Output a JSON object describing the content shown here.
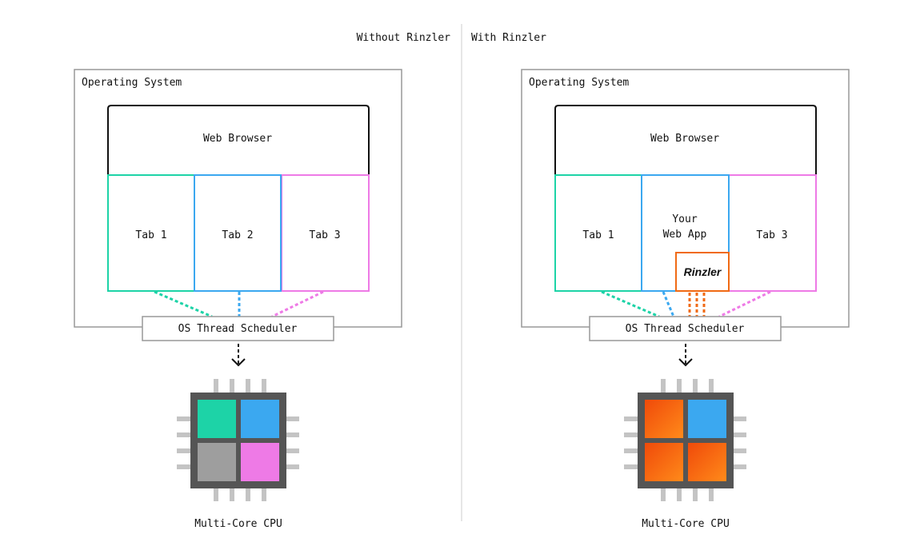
{
  "left_panel": {
    "heading": "Without Rinzler",
    "os_label": "Operating System",
    "browser_label": "Web Browser",
    "tabs": [
      "Tab 1",
      "Tab 2",
      "Tab 3"
    ],
    "scheduler_label": "OS Thread Scheduler",
    "cpu_label": "Multi-Core CPU"
  },
  "right_panel": {
    "heading": "With Rinzler",
    "os_label": "Operating System",
    "browser_label": "Web Browser",
    "tabs": [
      "Tab 1",
      "Your",
      "Web App",
      "Tab 3"
    ],
    "rinzler_label": "Rinzler",
    "scheduler_label": "OS Thread Scheduler",
    "cpu_label": "Multi-Core CPU"
  },
  "colors": {
    "tab1": "#1dd3a7",
    "tab2": "#3ba8f0",
    "tab3": "#ee7ae6",
    "rinzler": "#f06a14",
    "cpu_body": "#555555",
    "cpu_pin": "#c4c4c4",
    "core_idle": "#9e9e9e"
  },
  "icons": {
    "arrow": "dashed-down-arrow-icon",
    "cpu": "cpu-chip-icon"
  }
}
